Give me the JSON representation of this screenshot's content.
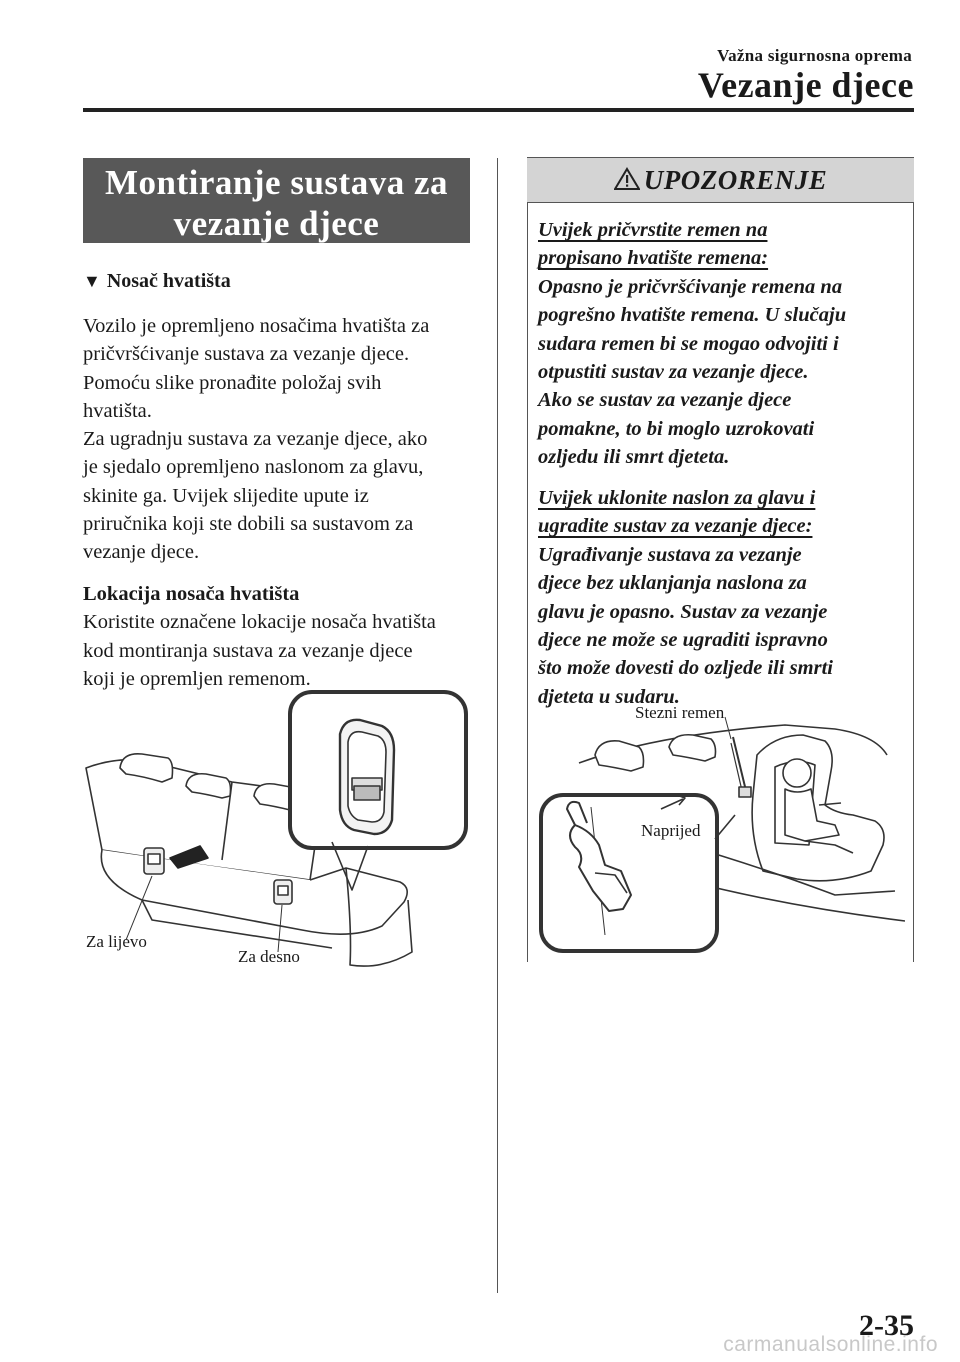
{
  "header": {
    "section": "Važna sigurnosna oprema",
    "chapter": "Vezanje djece"
  },
  "left": {
    "title_line1": "Montiranje sustava za",
    "title_line2": "vezanje djece",
    "subhead": "Nosač hvatišta",
    "para1": [
      "Vozilo je opremljeno nosačima hvatišta za",
      "pričvršćivanje sustava za vezanje djece.",
      "Pomoću slike pronađite položaj svih",
      "hvatišta.",
      "Za ugradnju sustava za vezanje djece, ako",
      "je sjedalo opremljeno naslonom za glavu,",
      "skinite ga. Uvijek slijedite upute iz",
      "priručnika koji ste dobili sa sustavom za",
      "vezanje djece."
    ],
    "para2_head": "Lokacija nosača hvatišta",
    "para2": [
      "Koristite označene lokacije nosača hvatišta",
      "kod montiranja sustava za vezanje djece",
      "koji je opremljen remenom."
    ],
    "fig_label_left": "Za lijevo",
    "fig_label_right": "Za desno"
  },
  "warning": {
    "heading": "UPOZORENJE",
    "block1_title": [
      "Uvijek pričvrstite remen na",
      "propisano hvatište remena:"
    ],
    "block1_text": [
      "Opasno je pričvršćivanje remena na",
      "pogrešno hvatište remena. U slučaju",
      "sudara remen bi se mogao odvojiti i",
      "otpustiti sustav za vezanje djece.",
      "Ako se sustav za vezanje djece",
      "pomakne, to bi moglo uzrokovati",
      "ozljedu ili smrt djeteta."
    ],
    "block2_title": [
      "Uvijek uklonite naslon za glavu i",
      "ugradite sustav za vezanje djece:"
    ],
    "block2_text": [
      "Ugrađivanje sustava za vezanje",
      "djece bez uklanjanja naslona za",
      "glavu je opasno. Sustav za vezanje",
      "djece ne može se ugraditi ispravno",
      "što može dovesti do ozljede ili smrti",
      "djeteta u sudaru."
    ],
    "fig_label_strap": "Stezni remen",
    "fig_label_forward": "Naprijed"
  },
  "footer": {
    "page_number": "2-35",
    "watermark": "carmanualsonline.info"
  }
}
